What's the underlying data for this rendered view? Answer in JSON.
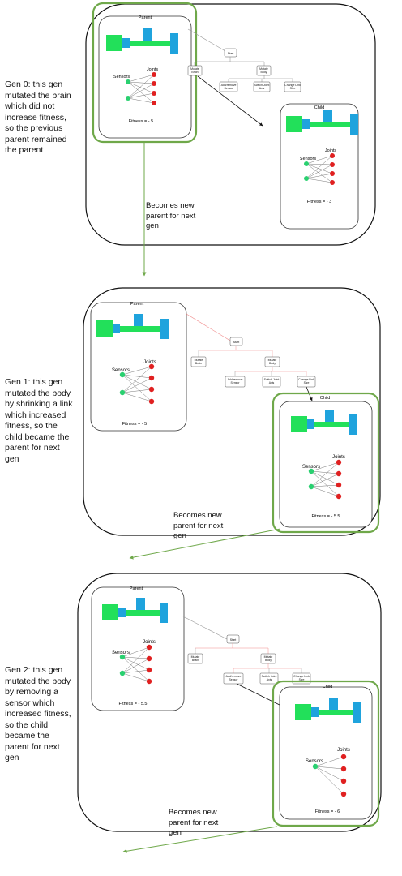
{
  "labels": {
    "parent": "Parent",
    "child": "Child",
    "sensors": "Sensors",
    "joints": "Joints",
    "start": "Start",
    "mutate_brain": "Mutate Brain",
    "mutate_body": "Mutate Body",
    "add_remove_sensor": "Add/remove Sensor",
    "switch_joint_axis": "Switch Joint Axis",
    "change_link_size": "Change Link Size",
    "becomes_new_parent": "Becomes new parent for next gen"
  },
  "generations": [
    {
      "description": "Gen 0: this gen mutated the brain which did not increase fitness, so the previous parent remained the parent",
      "parent_fitness": "Fitness = - 5",
      "child_fitness": "Fitness = - 3",
      "selected": "parent",
      "mutation_path": "brain"
    },
    {
      "description": "Gen 1: this gen mutated the body by shrinking a link which increased fitness, so the child became the parent for next gen",
      "parent_fitness": "Fitness = - 5",
      "child_fitness": "Fitness = - 5.5",
      "selected": "child",
      "mutation_path": "link"
    },
    {
      "description": "Gen 2: this gen mutated the body by removing a sensor which increased fitness, so the child became the parent for next gen",
      "parent_fitness": "Fitness = - 5.5",
      "child_fitness": "Fitness = - 6",
      "selected": "child",
      "mutation_path": "sensor"
    }
  ],
  "colors": {
    "robot_green": "#22e05a",
    "robot_blue": "#1fa3dd",
    "sensor_green": "#2ad070",
    "joint_red": "#e02020",
    "highlight_green": "#6fa84a",
    "arrow_red": "#f08a8a"
  }
}
